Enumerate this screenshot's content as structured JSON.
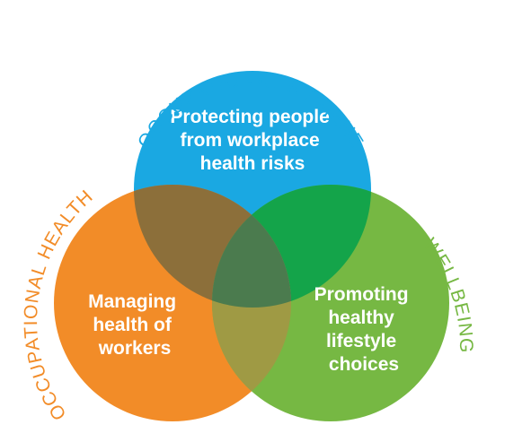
{
  "colors": {
    "hygiene": "#1aa8e2",
    "health": "#f28c28",
    "wellbeing": "#76b843",
    "hygiene_health_overlap": "#8c6f3a",
    "hygiene_wellbeing_overlap": "#14a44a",
    "health_wellbeing_overlap": "#9f9a44",
    "center_overlap": "#4b7b4e"
  },
  "hygiene": {
    "title": "OCCUPATIONAL HYGIENE",
    "lines": [
      "Protecting people",
      "from workplace",
      "health risks"
    ]
  },
  "health": {
    "title": "OCCUPATIONAL HEALTH",
    "lines": [
      "Managing",
      "health of",
      "workers"
    ]
  },
  "wellbeing": {
    "title": "WELLBEING",
    "lines": [
      "Promoting",
      "healthy",
      "lifestyle",
      "choices"
    ]
  }
}
